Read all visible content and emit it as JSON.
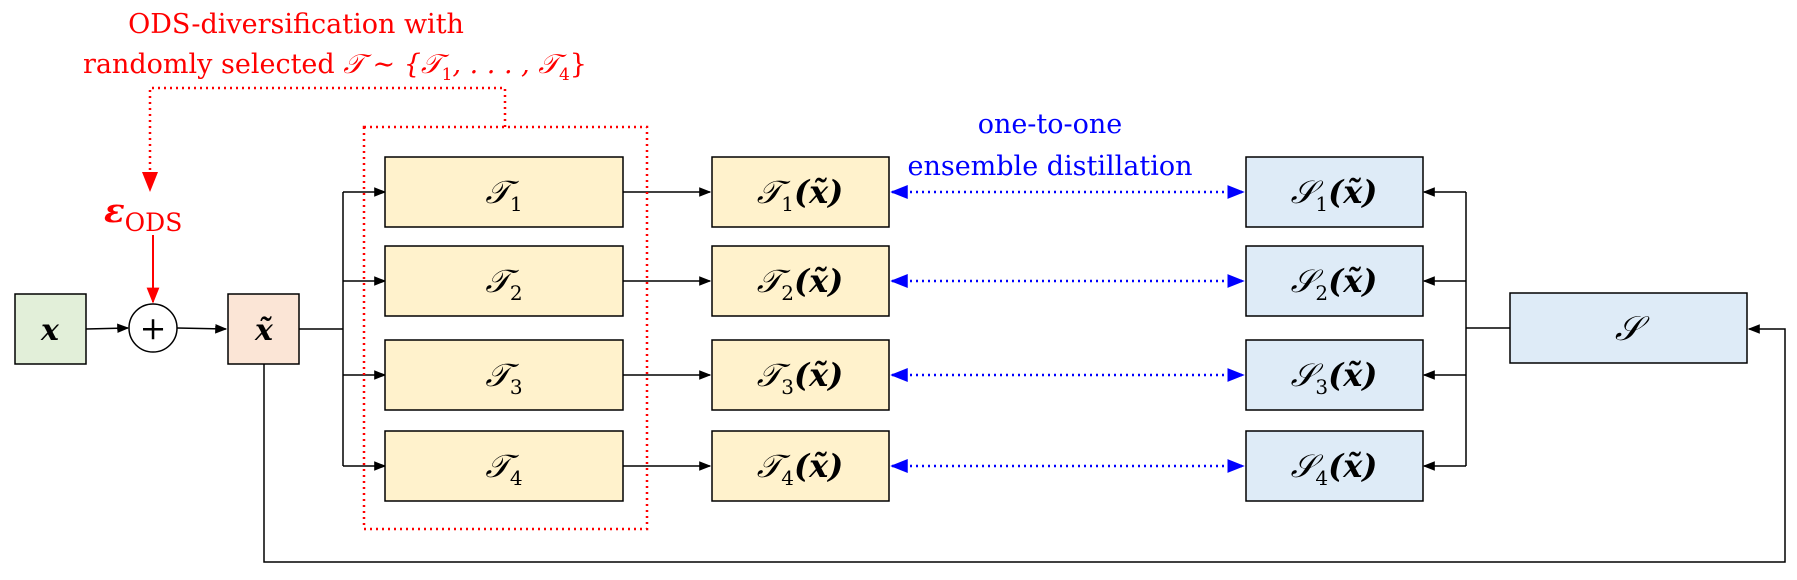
{
  "colors": {
    "red": "#ff0000",
    "blue": "#0000ff",
    "input_fill": "#e2efd9",
    "noisy_fill": "#fbe5d6",
    "teacher_fill": "#fff2cc",
    "student_fill": "#deebf7",
    "line": "#000000"
  },
  "annotation": {
    "line1": "ODS-diversification with",
    "line2_text": "randomly selected ",
    "line2_math": "𝒯 ∼ {𝒯",
    "line2_sub1": "1",
    "line2_mid": ", . . . , 𝒯",
    "line2_sub2": "4",
    "line2_end": "}"
  },
  "epsilon": {
    "symbol": "ε",
    "sub": "ODS"
  },
  "plus_symbol": "+",
  "input_label": "x",
  "noisy_input_label": "x̃",
  "distill_label": {
    "line1": "one-to-one",
    "line2": "ensemble distillation"
  },
  "teachers": [
    {
      "symbol": "𝒯",
      "sub": "1"
    },
    {
      "symbol": "𝒯",
      "sub": "2"
    },
    {
      "symbol": "𝒯",
      "sub": "3"
    },
    {
      "symbol": "𝒯",
      "sub": "4"
    }
  ],
  "teacher_outputs": [
    {
      "symbol": "𝒯",
      "sub": "1",
      "arg": "(x̃)"
    },
    {
      "symbol": "𝒯",
      "sub": "2",
      "arg": "(x̃)"
    },
    {
      "symbol": "𝒯",
      "sub": "3",
      "arg": "(x̃)"
    },
    {
      "symbol": "𝒯",
      "sub": "4",
      "arg": "(x̃)"
    }
  ],
  "student_outputs": [
    {
      "symbol": "𝒮",
      "sub": "1",
      "arg": "(x̃)"
    },
    {
      "symbol": "𝒮",
      "sub": "2",
      "arg": "(x̃)"
    },
    {
      "symbol": "𝒮",
      "sub": "3",
      "arg": "(x̃)"
    },
    {
      "symbol": "𝒮",
      "sub": "4",
      "arg": "(x̃)"
    }
  ],
  "student": {
    "symbol": "𝒮"
  }
}
